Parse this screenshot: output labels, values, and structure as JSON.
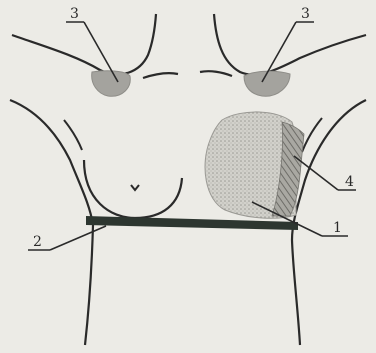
{
  "diagram": {
    "labels": [
      {
        "id": "label-3-left",
        "text": "3"
      },
      {
        "id": "label-3-right",
        "text": "3"
      },
      {
        "id": "label-4",
        "text": "4"
      },
      {
        "id": "label-2",
        "text": "2"
      },
      {
        "id": "label-1",
        "text": "1"
      }
    ]
  }
}
